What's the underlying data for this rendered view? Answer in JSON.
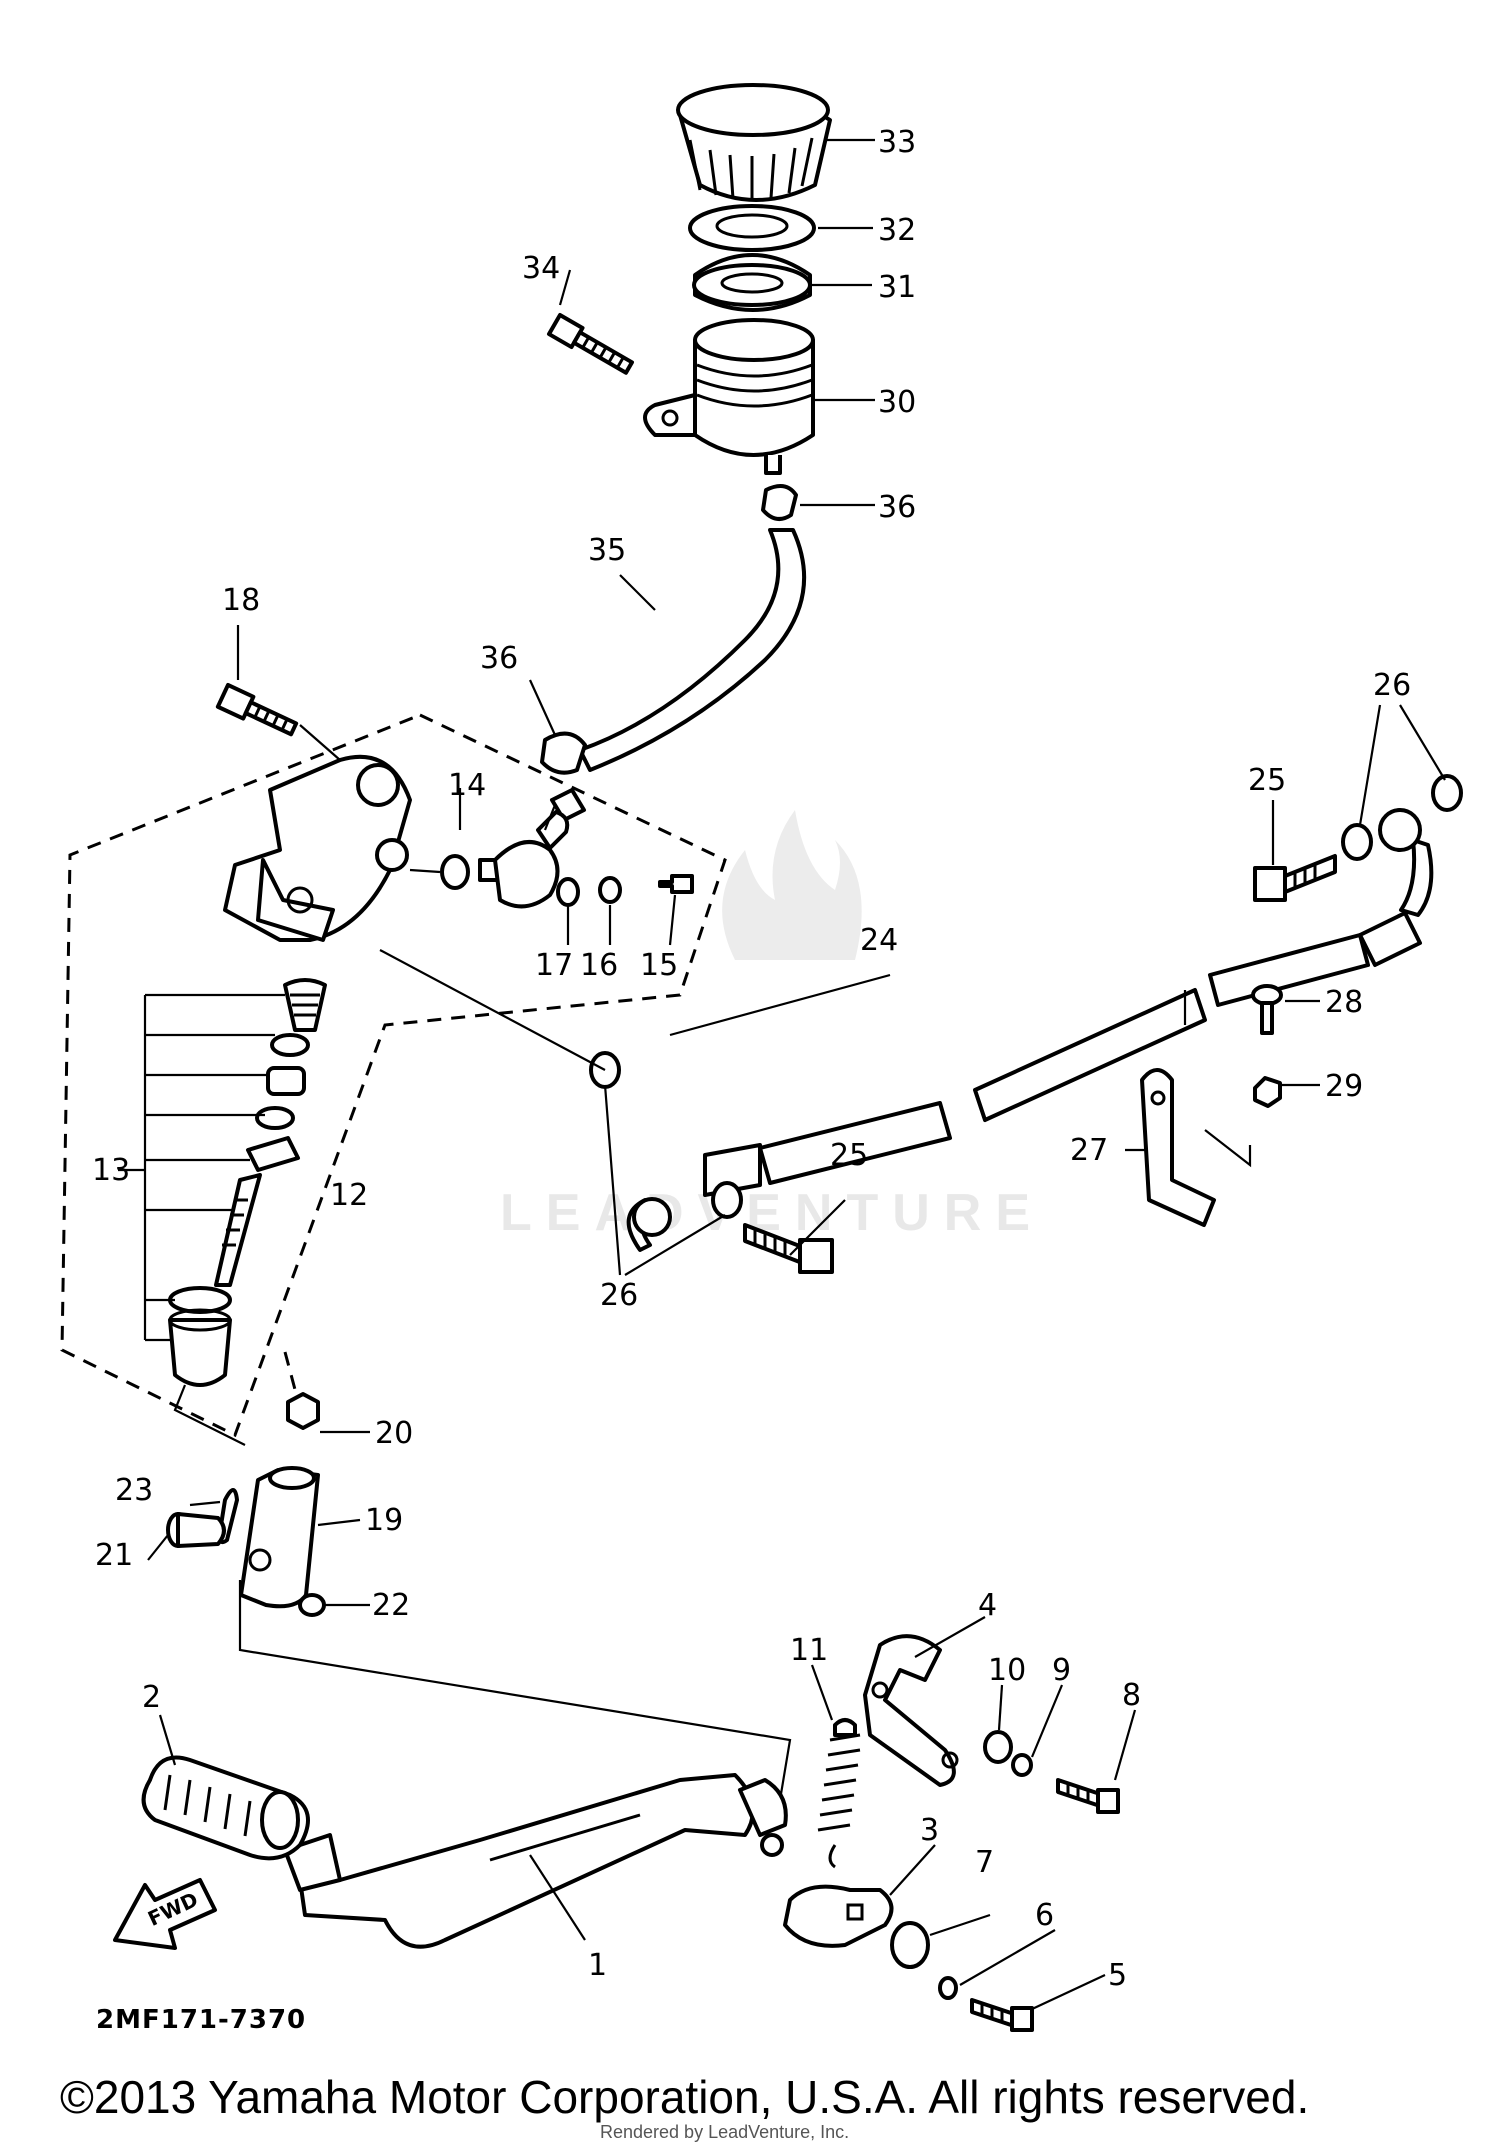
{
  "callouts": [
    "1",
    "2",
    "3",
    "4",
    "5",
    "6",
    "7",
    "8",
    "9",
    "10",
    "11",
    "12",
    "13",
    "14",
    "15",
    "16",
    "17",
    "18",
    "19",
    "20",
    "21",
    "22",
    "23",
    "24",
    "25",
    "25",
    "26",
    "26",
    "27",
    "28",
    "29",
    "30",
    "31",
    "32",
    "33",
    "34",
    "35",
    "36",
    "36"
  ],
  "fwd_arrow_label": "FWD",
  "diagram_code": "2MF171-7370",
  "watermark": "LEADVENTURE",
  "copyright": "©2013 Yamaha Motor Corporation, U.S.A. All rights reserved.",
  "render_credit": "Rendered by LeadVenture, Inc."
}
